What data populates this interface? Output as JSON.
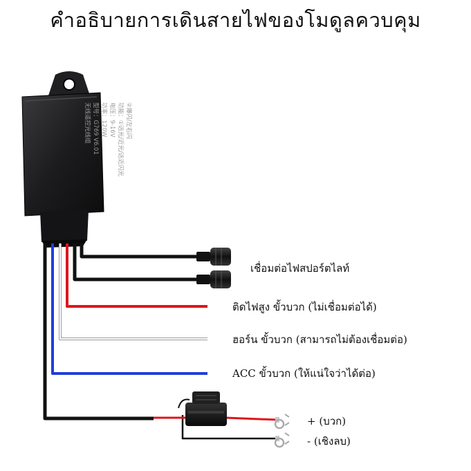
{
  "title": "คำอธิบายการเดินสายไฟของโมดูลควบคุม",
  "module": {
    "label_lines": [
      "无线遥控光线组",
      "型号：G769 V6.01",
      "功率：120W",
      "电压：9-16V",
      "功能：①远光/近光/远近闪光",
      "②爆闪/左右闪"
    ]
  },
  "labels": {
    "spotlight": "เชื่อมต่อไฟสปอร์ตไลท์",
    "high_beam": "ติดไฟสูง ขั้วบวก (ไม่เชื่อมต่อได้)",
    "horn": "ฮอร์น ขั้วบวก (สามารถไม่ต้องเชื่อมต่อ)",
    "acc": "ACC ขั้วบวก (ให้แน่ใจว่าได้ต่อ)",
    "positive": "+ (บวก)",
    "negative": "- (เชิงลบ)"
  },
  "colors": {
    "black_wire": "#111111",
    "red_wire": "#e0141c",
    "blue_wire": "#1f3fd8",
    "white_wire": "#bbbbbb",
    "module_body": "#1c1c1e"
  }
}
